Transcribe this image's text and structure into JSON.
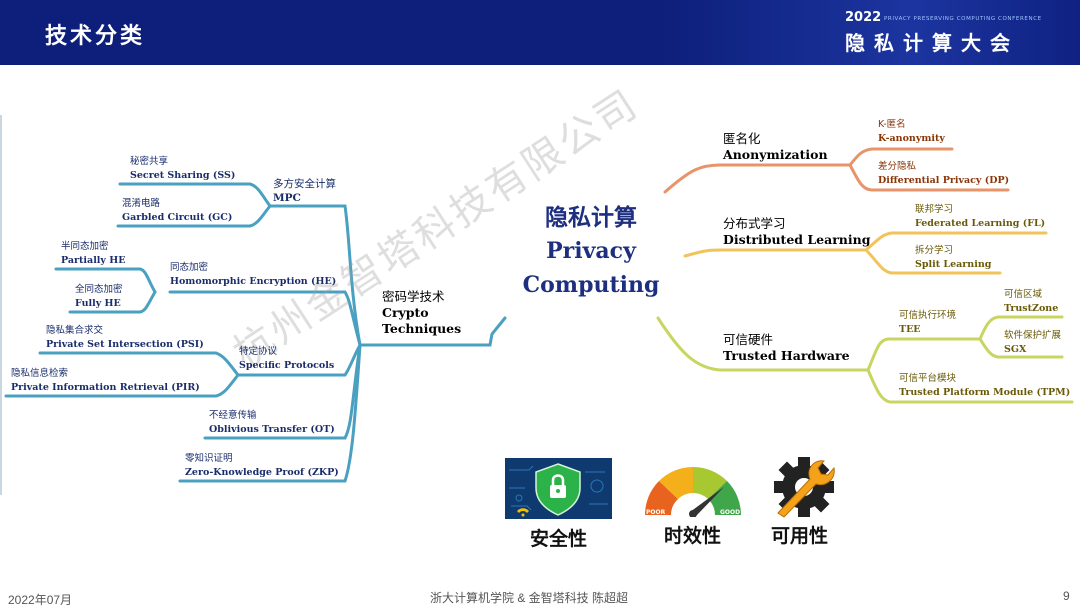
{
  "header": {
    "title": "技术分类",
    "conference_year": "2022",
    "conference_subtitle": "PRIVACY PRESERVING COMPUTING CONFERENCE",
    "conference_name": "隐私计算大会"
  },
  "center": {
    "title_zh": "隐私计算",
    "title_en_1": "Privacy",
    "title_en_2": "Computing"
  },
  "crypto": {
    "zh": "密码学技术",
    "en_1": "Crypto",
    "en_2": "Techniques",
    "mpc": {
      "zh": "多方安全计算",
      "en": "MPC",
      "ss": {
        "zh": "秘密共享",
        "en": "Secret Sharing (SS)"
      },
      "gc": {
        "zh": "混淆电路",
        "en": "Garbled Circuit (GC)"
      }
    },
    "he": {
      "zh": "同态加密",
      "en": "Homomorphic Encryption (HE)",
      "partial": {
        "zh": "半同态加密",
        "en": "Partially HE"
      },
      "fully": {
        "zh": "全同态加密",
        "en": "Fully HE"
      }
    },
    "sp": {
      "zh": "特定协议",
      "en": "Specific Protocols",
      "psi": {
        "zh": "隐私集合求交",
        "en": "Private Set Intersection (PSI)"
      },
      "pir": {
        "zh": "隐私信息检索",
        "en": "Private Information Retrieval (PIR)"
      }
    },
    "ot": {
      "zh": "不经意传输",
      "en": "Oblivious Transfer (OT)"
    },
    "zkp": {
      "zh": "零知识证明",
      "en": "Zero-Knowledge Proof (ZKP)"
    }
  },
  "anonymization": {
    "zh": "匿名化",
    "en": "Anonymization",
    "k": {
      "zh": "K-匿名",
      "en": "K-anonymity"
    },
    "dp": {
      "zh": "差分隐私",
      "en": "Differential Privacy (DP)"
    }
  },
  "distributed": {
    "zh": "分布式学习",
    "en": "Distributed Learning",
    "fl": {
      "zh": "联邦学习",
      "en": "Federated Learning (FL)"
    },
    "sl": {
      "zh": "拆分学习",
      "en": "Split Learning"
    }
  },
  "hardware": {
    "zh": "可信硬件",
    "en": "Trusted Hardware",
    "tee": {
      "zh": "可信执行环境",
      "en": "TEE",
      "trustzone": {
        "zh": "可信区域",
        "en": "TrustZone"
      },
      "sgx": {
        "zh": "软件保护扩展",
        "en": "SGX"
      }
    },
    "tpm": {
      "zh": "可信平台模块",
      "en": "Trusted Platform Module (TPM)"
    }
  },
  "properties": {
    "security": "安全性",
    "timeliness": "时效性",
    "usability": "可用性",
    "gauge_poor": "POOR",
    "gauge_good": "GOOD"
  },
  "watermark": "杭州金智塔科技有限公司",
  "footer": {
    "date": "2022年07月",
    "author": "浙大计算机学院 & 金智塔科技 陈超超",
    "page": "9"
  },
  "colors": {
    "header_bg": "#0d1f7a",
    "crypto_branch": "#4aa0c0",
    "anonymization_branch": "#e8946a",
    "distributed_branch": "#f2c35a",
    "hardware_branch": "#c8d560"
  }
}
